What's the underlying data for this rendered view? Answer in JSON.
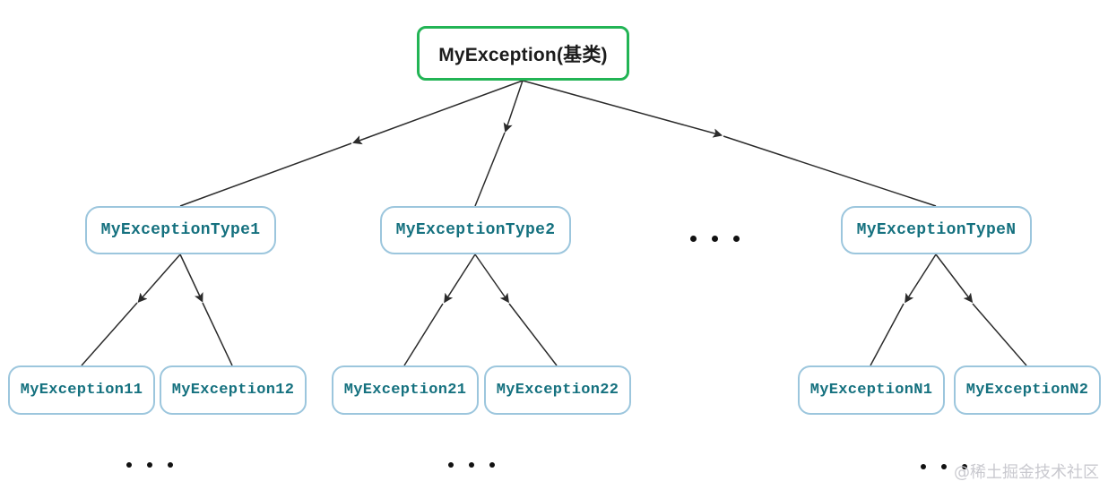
{
  "diagram": {
    "title_node": {
      "label": "MyException(基类)",
      "border_color": "#22b455",
      "text_color": "#1c1c1c"
    },
    "node_style": {
      "border_color": "#9cc6dd",
      "text_color": "#15717f",
      "edge_color": "#2b2b2b"
    },
    "level2": [
      {
        "label": "MyExceptionType1"
      },
      {
        "label": "MyExceptionType2"
      },
      {
        "label": "MyExceptionTypeN"
      }
    ],
    "level3": [
      {
        "label": "MyException11"
      },
      {
        "label": "MyException12"
      },
      {
        "label": "MyException21"
      },
      {
        "label": "MyException22"
      },
      {
        "label": "MyExceptionN1"
      },
      {
        "label": "MyExceptionN2"
      }
    ],
    "ellipses": [
      {
        "name": "ellipsis-level2-gap"
      },
      {
        "name": "ellipsis-below-group1"
      },
      {
        "name": "ellipsis-below-group2"
      },
      {
        "name": "ellipsis-below-group3"
      }
    ],
    "watermark": {
      "text": "@稀土掘金技术社区"
    }
  }
}
